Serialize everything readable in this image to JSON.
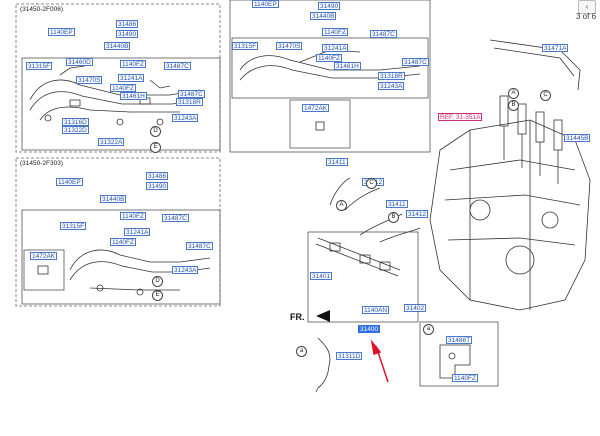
{
  "pager": {
    "text": "3 of 6",
    "prev_icon": "chevron-left-icon"
  },
  "insets": {
    "a": {
      "title": "(31450-2F006)",
      "labels": [
        "31486",
        "1140EP",
        "31490",
        "31440B",
        "31315F",
        "31460D",
        "31470S",
        "1140FZ",
        "31487C",
        "31241A",
        "1140FZ",
        "31461H",
        "31487C",
        "31318R",
        "31316D",
        "31322D",
        "31243A",
        "31322A"
      ],
      "letters": [
        "D",
        "E"
      ]
    },
    "b": {
      "title": "(31450-2F303)",
      "labels": [
        "31486",
        "1140EP",
        "31490",
        "31440B",
        "31315F",
        "1140FZ",
        "31487C",
        "31241A",
        "1140FZ",
        "31487C",
        "31243A"
      ],
      "sub_label": "1472AK",
      "letters": [
        "D",
        "E"
      ]
    },
    "c": {
      "labels": [
        "1140EP",
        "31490",
        "31440B",
        "31315F",
        "31470S",
        "1140FZ",
        "31487C",
        "31241A",
        "1140FZ",
        "31461H",
        "31487C",
        "31318R",
        "31243A"
      ],
      "sub_label": "1472AK"
    },
    "d": {
      "letter": "a",
      "labels": [
        "31488T",
        "1140FZ"
      ]
    }
  },
  "main": {
    "ref_label": "REF. 31-351A",
    "labels": [
      "31471A",
      "31445B",
      "31411",
      "31412",
      "31411",
      "31412",
      "31401",
      "1140AN",
      "31402",
      "31311D"
    ],
    "highlight_label": "31400",
    "letters": [
      "A",
      "B",
      "C",
      "A",
      "B",
      "C",
      "a"
    ],
    "front_label": "FR."
  }
}
